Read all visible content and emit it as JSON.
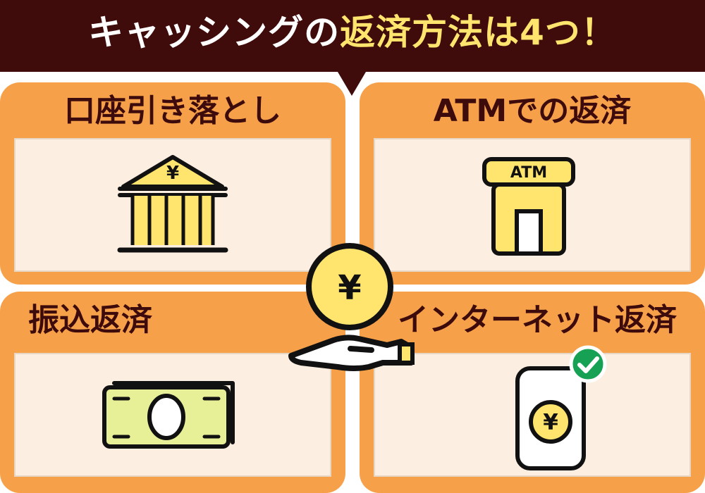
{
  "title": {
    "main": "キャッシングの",
    "accent": "返済方法は4つ！"
  },
  "cards": [
    {
      "label": "口座引き落とし",
      "icon": "bank-icon"
    },
    {
      "label": "ATMでの返済",
      "icon": "atm-icon"
    },
    {
      "label": "振込返済",
      "icon": "banknote-icon"
    },
    {
      "label": "インターネット返済",
      "icon": "smartphone-check-icon"
    }
  ],
  "center_icon": "hand-coin-icon",
  "symbols": {
    "yen": "¥",
    "atm": "ATM"
  },
  "colors": {
    "header_bg": "#3f0b0b",
    "title_white": "#ffffff",
    "title_yellow": "#ffe46d",
    "card_orange": "#f6a14a",
    "card_panel": "#fdeee2",
    "text_dark": "#3d0b0b",
    "icon_fill": "#ffe46d",
    "icon_green": "#e7ef97",
    "check_green": "#17a154"
  }
}
